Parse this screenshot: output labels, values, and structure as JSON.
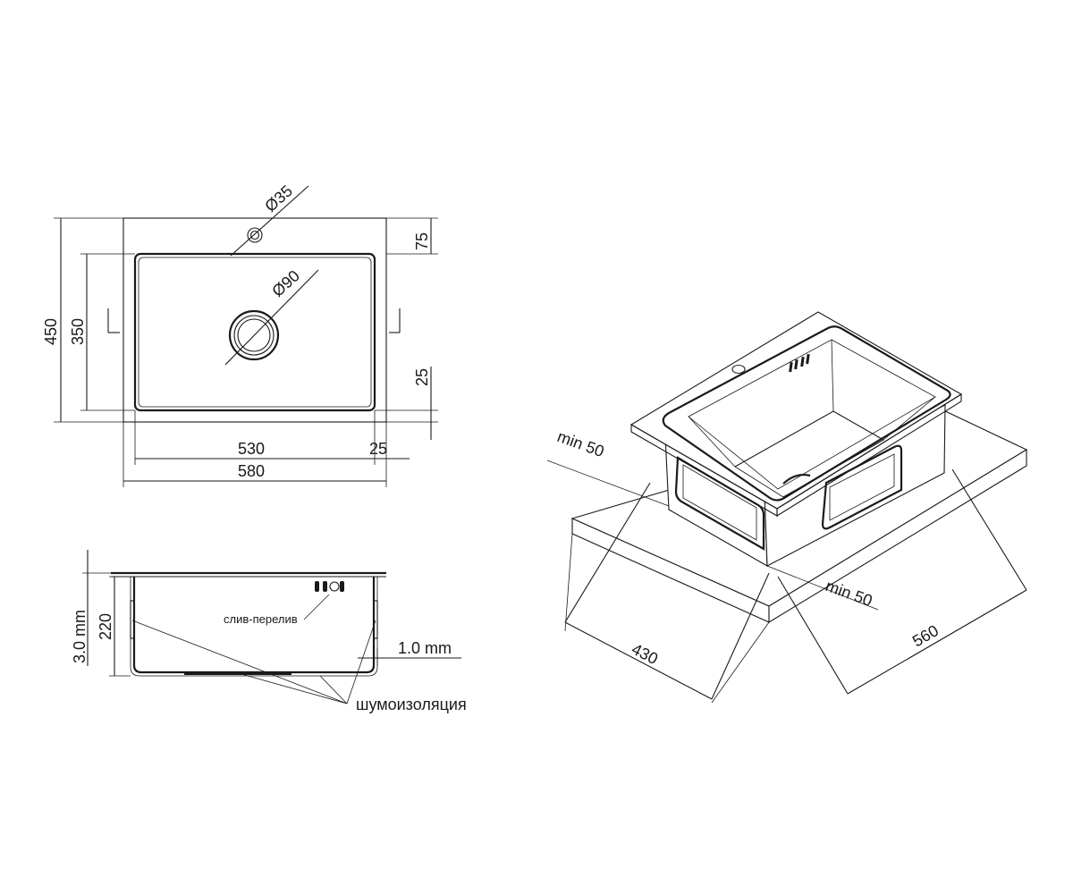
{
  "top_view": {
    "hole_tap": "Ø35",
    "hole_drain": "Ø90",
    "width_overall": "580",
    "width_bowl": "530",
    "edge_offset": "25",
    "depth_overall": "450",
    "depth_bowl": "350",
    "back_offset": "75",
    "front_offset": "25"
  },
  "section_view": {
    "thickness_rim": "3.0 mm",
    "bowl_depth": "220",
    "wall_thickness": "1.0 mm",
    "overflow_label": "слив-перелив",
    "insulation_label": "шумоизоляция"
  },
  "iso_view": {
    "min_back": "min 50",
    "min_side": "min 50",
    "cabinet_depth": "430",
    "cabinet_width": "560"
  }
}
